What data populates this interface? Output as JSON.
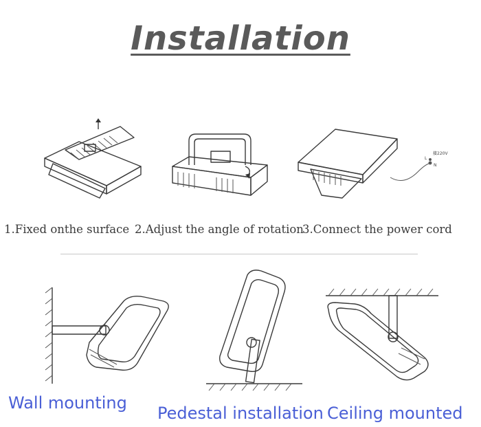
{
  "title": "Installation",
  "steps": [
    {
      "label": "1.Fixed onthe surface",
      "icon": "fixed-surface-illustration"
    },
    {
      "label": "2.Adjust the angle of rotation",
      "icon": "rotation-adjust-illustration"
    },
    {
      "label": "3.Connect the power cord",
      "icon": "power-cord-illustration"
    }
  ],
  "power_cord_note": {
    "voltage": "接220V",
    "l": "L",
    "n": "N"
  },
  "mounting": [
    {
      "label": "Wall mounting",
      "icon": "wall-mount-illustration"
    },
    {
      "label": "Pedestal installation",
      "icon": "pedestal-mount-illustration"
    },
    {
      "label": "Ceiling mounted",
      "icon": "ceiling-mount-illustration"
    }
  ],
  "colors": {
    "title": "#5a5a5a",
    "step_text": "#3a3a3a",
    "mount_text": "#4a5fd6",
    "divider": "#c8c8c8"
  }
}
